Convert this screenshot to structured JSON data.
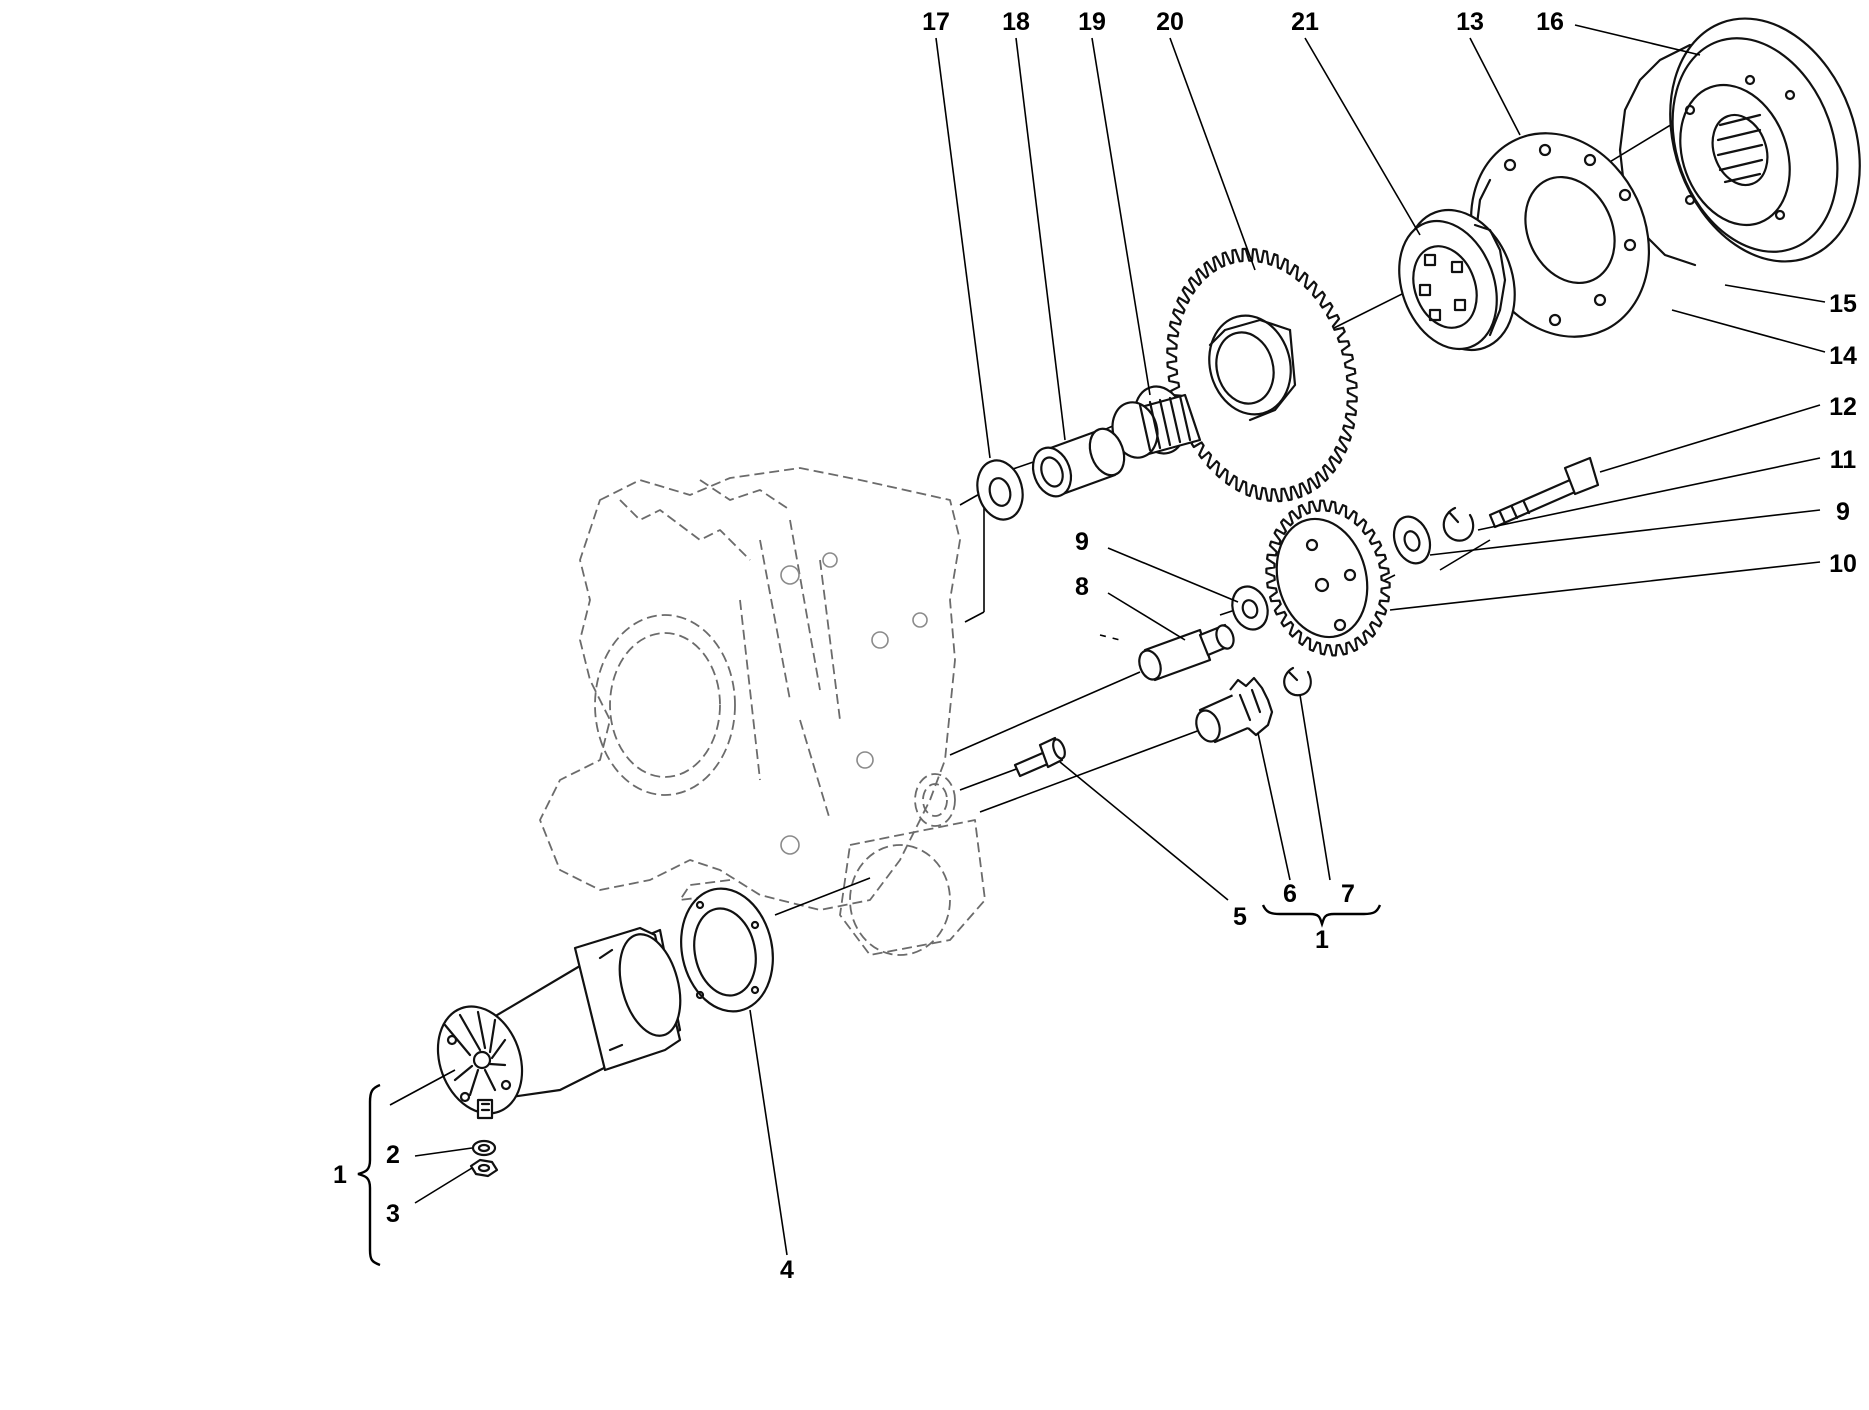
{
  "callouts": {
    "c17": "17",
    "c18": "18",
    "c19": "19",
    "c20": "20",
    "c21": "21",
    "c13": "13",
    "c16": "16",
    "c15": "15",
    "c14": "14",
    "c12": "12",
    "c11": "11",
    "c9_right": "9",
    "c10": "10",
    "c9_left": "9",
    "c8": "8",
    "c5": "5",
    "c6": "6",
    "c7": "7",
    "c1_kit": "1",
    "c2": "2",
    "c3": "3",
    "c1_motor": "1",
    "c4": "4"
  },
  "colors": {
    "line": "#111111",
    "housing": "#6b6b6b",
    "background": "#ffffff"
  },
  "icons": {
    "starter_motor": "starter-motor-icon",
    "gear": "gear-icon",
    "flywheel": "flywheel-icon",
    "bolt": "bolt-icon",
    "washer": "washer-icon"
  }
}
